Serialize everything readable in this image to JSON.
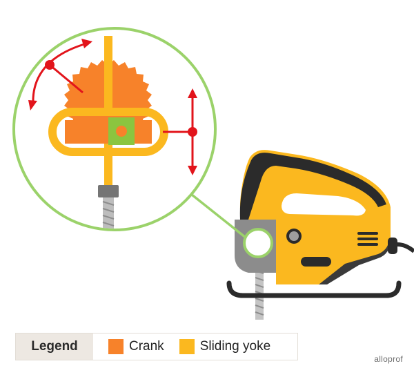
{
  "legend": {
    "title": "Legend",
    "items": [
      {
        "label": "Crank",
        "color": "#f7822a"
      },
      {
        "label": "Sliding yoke",
        "color": "#fbb81f"
      }
    ]
  },
  "brand": "alloprof",
  "colors": {
    "crank": "#f7822a",
    "yoke": "#fbb81f",
    "pin": "#8bc53f",
    "arrow": "#e2141b",
    "zoom_ring": "#9bd26a",
    "saw_body": "#fbb81f",
    "saw_dark": "#2b2b2b",
    "saw_grey": "#8a8a8a"
  }
}
